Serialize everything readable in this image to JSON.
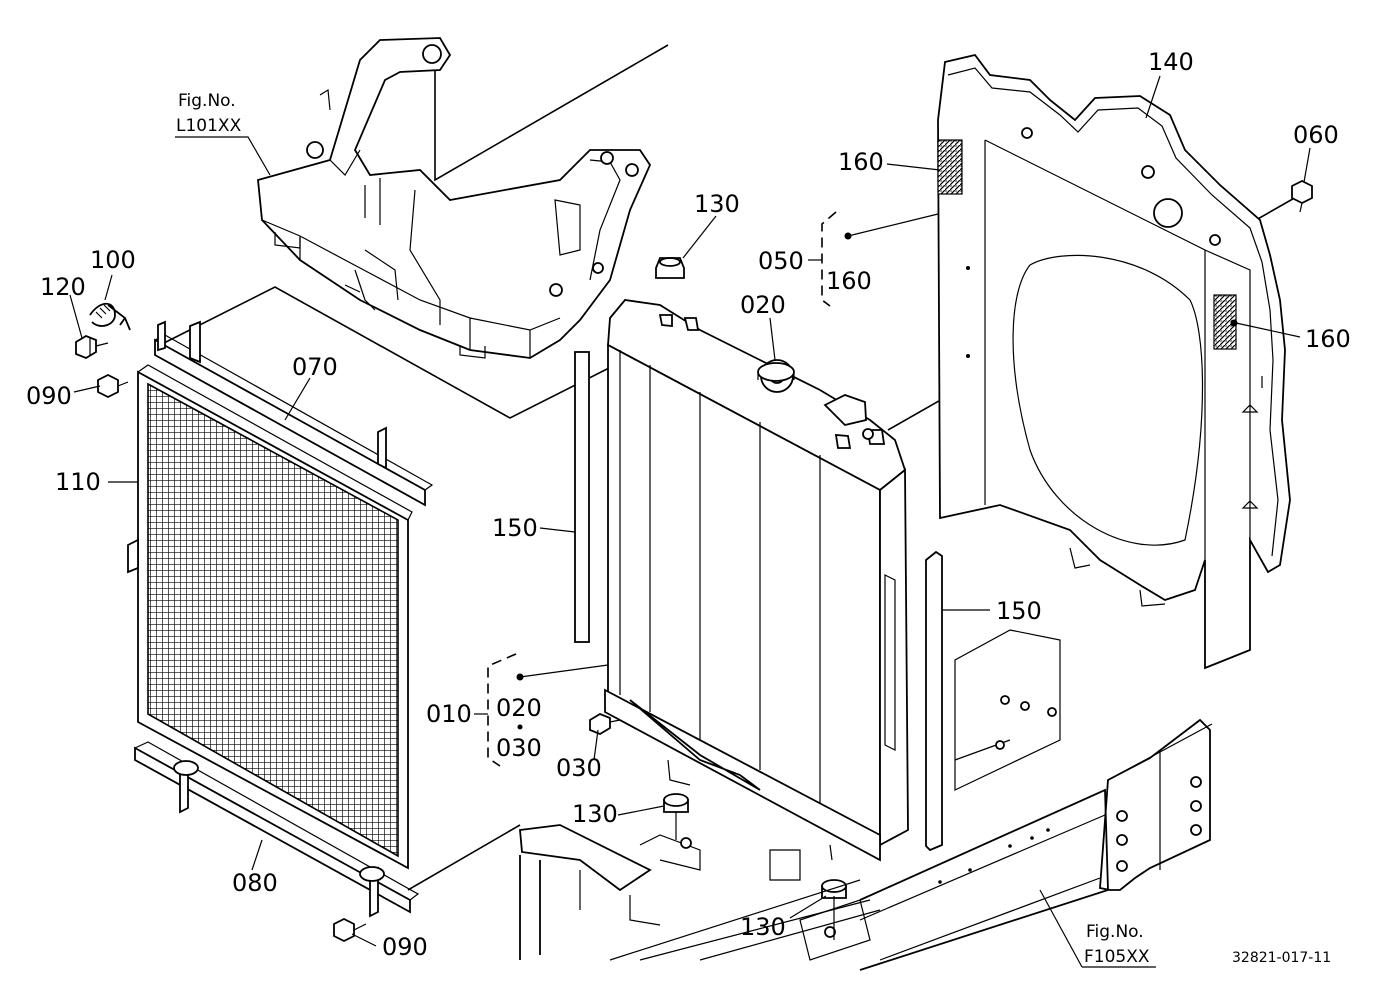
{
  "figure_refs": {
    "top": {
      "line1": "Fig.No.",
      "line2": "L101XX"
    },
    "bottom": {
      "line1": "Fig.No.",
      "line2": "F105XX"
    }
  },
  "callouts": {
    "c140": "140",
    "c060": "060",
    "c160a": "160",
    "c050": "050",
    "c160b": "160",
    "c160c": "160",
    "c130a": "130",
    "c020a": "020",
    "c100": "100",
    "c120": "120",
    "c070": "070",
    "c090a": "090",
    "c110": "110",
    "c150a": "150",
    "c150b": "150",
    "c010": "010",
    "c020b": "020",
    "c030a": "030",
    "c030b": "030",
    "c130b": "130",
    "c130c": "130",
    "c080": "080",
    "c090b": "090"
  },
  "document_id": "32821-017-11"
}
